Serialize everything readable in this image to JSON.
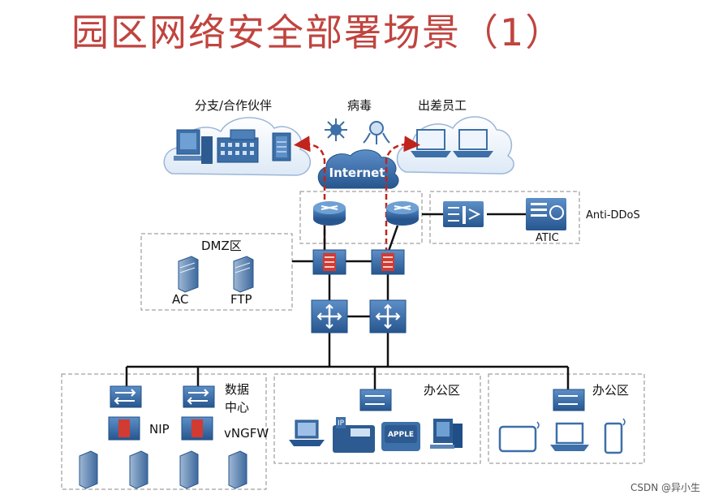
{
  "title": "园区网络安全部署场景（1）",
  "labels": {
    "branch": "分支/合作伙伴",
    "virus": "病毒",
    "traveler": "出差员工",
    "internet": "Internet",
    "anti_ddos": "Anti-DDoS",
    "atic": "ATIC",
    "dmz": "DMZ区",
    "ac": "AC",
    "ftp": "FTP",
    "datacenter": "数据\n中心",
    "nip": "NIP",
    "vngfw": "vNGFW",
    "office1": "办公区",
    "office2": "办公区",
    "apple": "APPLE"
  },
  "watermark": "CSDN @异小生",
  "colors": {
    "title": "#c0443f",
    "device": "#3d6fa8",
    "device_dark": "#1f4f86",
    "firewall_red": "#d23b32",
    "link_red": "#c0241c",
    "dashed_box": "#8a8a8a"
  }
}
